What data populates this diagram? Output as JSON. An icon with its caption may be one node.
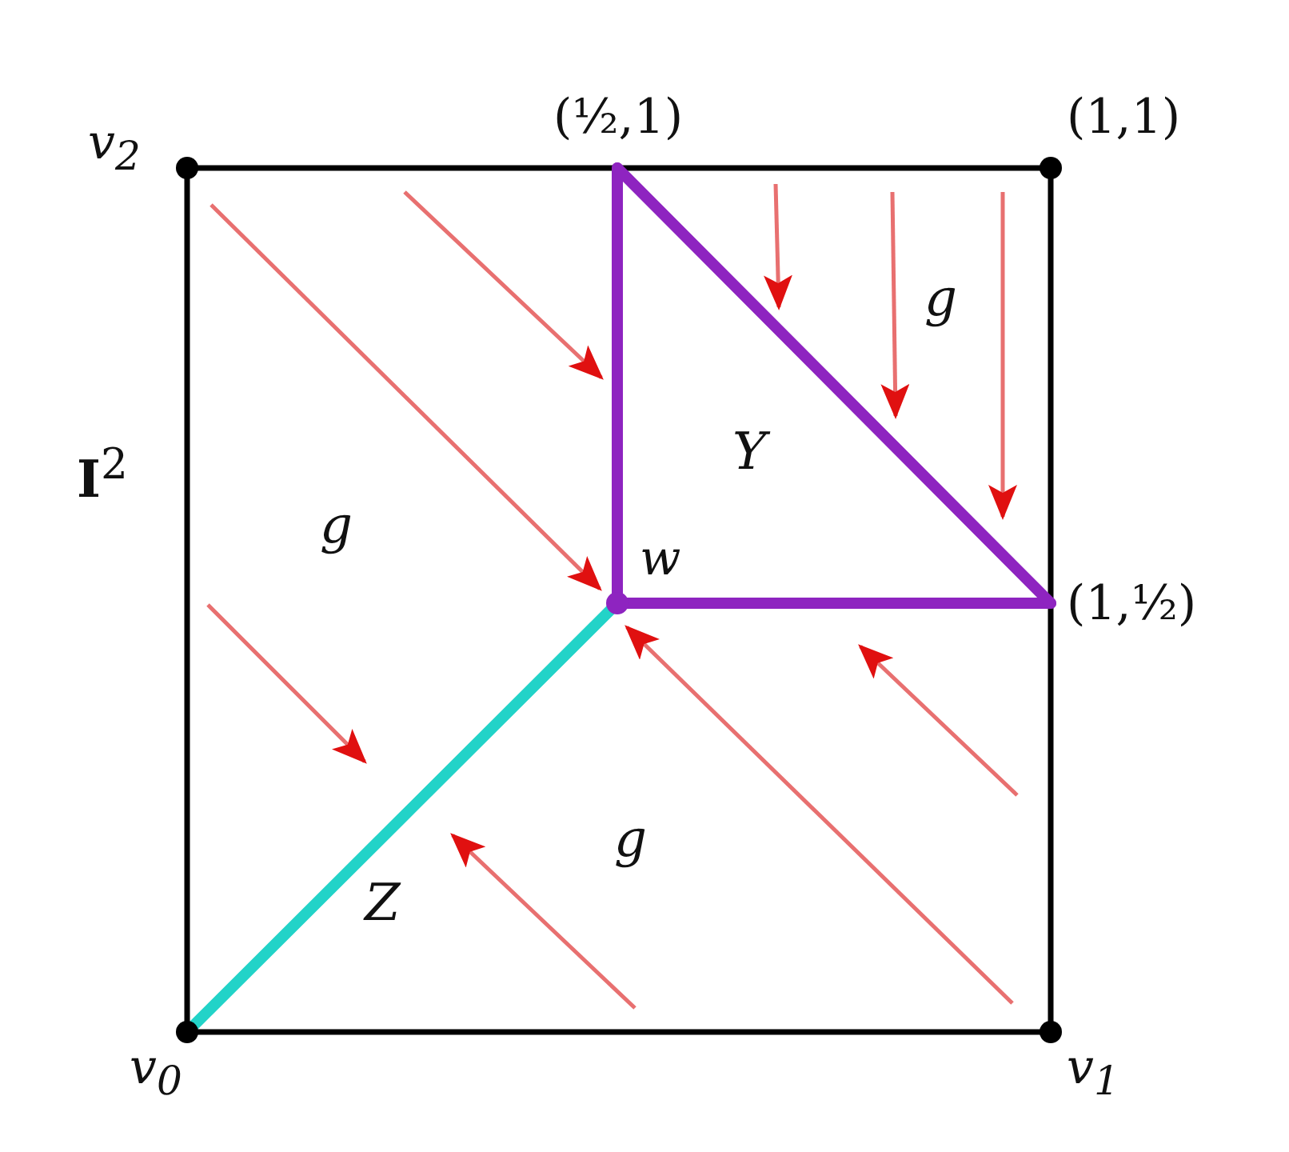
{
  "diagram": {
    "nodes": [
      {
        "text": [],
        "shape": "circle",
        "beside": [
          "v$_{2}$"
        ]
      },
      {
        "text": [],
        "shape": "corner",
        "beside": [
          "(½,1)"
        ]
      },
      {
        "text": [],
        "shape": "circle",
        "beside": [
          "(1,1)"
        ]
      },
      {
        "text": [],
        "shape": "circle",
        "beside": [
          "w"
        ]
      },
      {
        "text": [],
        "shape": "corner",
        "beside": [
          "(1,½)"
        ]
      },
      {
        "text": [],
        "shape": "circle",
        "beside": [
          "v$_{0}$"
        ]
      },
      {
        "text": [],
        "shape": "circle",
        "beside": [
          "v$_{1}$"
        ]
      }
    ],
    "edges": [
      {
        "from": 5,
        "to": 6,
        "arrow": "none"
      },
      {
        "from": 6,
        "to": 4,
        "arrow": "none"
      },
      {
        "from": 4,
        "to": 2,
        "arrow": "none"
      },
      {
        "from": 2,
        "to": 1,
        "arrow": "none"
      },
      {
        "from": 1,
        "to": 0,
        "arrow": "none"
      },
      {
        "from": 0,
        "to": 5,
        "arrow": "none"
      },
      {
        "from": 1,
        "to": 3,
        "arrow": "none",
        "style": "thick",
        "color": "#8e24c0"
      },
      {
        "from": 3,
        "to": 4,
        "arrow": "none",
        "style": "thick",
        "color": "#8e24c0"
      },
      {
        "from": 1,
        "to": 4,
        "arrow": "none",
        "style": "thick",
        "color": "#8e24c0"
      },
      {
        "from": 5,
        "to": 3,
        "arrow": "none",
        "style": "thick",
        "color": "#22d3c8",
        "label": "Z"
      }
    ],
    "labels": [
      "g",
      "Y",
      "**I**$^{2}$",
      "g",
      "g"
    ]
  }
}
